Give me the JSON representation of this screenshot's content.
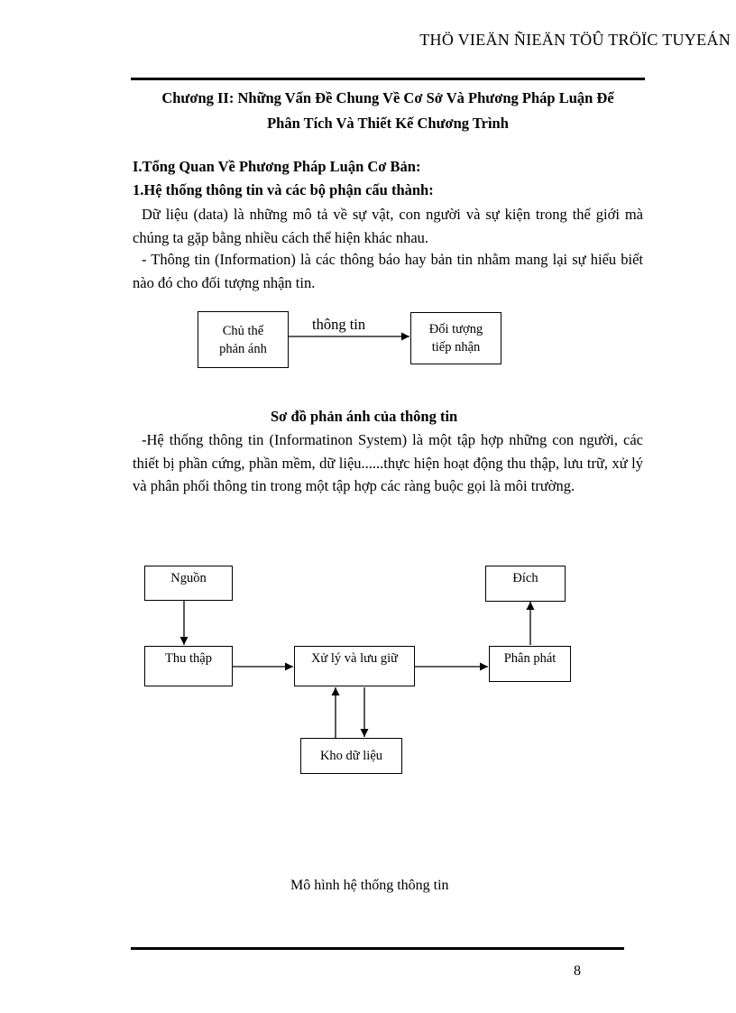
{
  "header": {
    "site_name": "THÖ VIEÄN ÑIEÄN TÖÛ TRÖÏC TUYEÁN"
  },
  "chapter": {
    "title_line1": "Chương II: Những Vấn Đề Chung Về Cơ Sở Và Phương Pháp Luận Để",
    "title_line2": "Phân Tích Và Thiết Kế Chương Trình"
  },
  "section": {
    "heading": "I.Tổng Quan Về Phương Pháp Luận Cơ Bản:",
    "subheading": "1.Hệ thống thông tin và các bộ phận cấu thành:",
    "para1": "Dữ liệu (data) là những mô tả về sự vật, con người và sự kiện trong thế giới mà chúng ta gặp bằng nhiều cách thể hiện khác nhau.",
    "para2": "-  Thông tin (Information) là các thông báo hay bản tin nhằm mang lại sự hiểu biết nào đó cho đối tượng nhận tin."
  },
  "diagram1": {
    "source_line1": "Chủ thể",
    "source_line2": "phản ánh",
    "edge_label": "thông tin",
    "target_line1": "Đối tượng",
    "target_line2": "tiếp nhận",
    "caption": "Sơ đồ phản ánh của thông tin"
  },
  "para3": "-Hệ thống thông tin (Informatinon System) là một tập hợp những con người, các thiết bị phần cứng, phần mềm, dữ liệu......thực hiện hoạt động thu thập, lưu trữ, xử lý và phân phối thông tin trong một tập hợp các ràng buộc gọi là môi trường.",
  "diagram2": {
    "source": "Nguồn",
    "collect": "Thu thập",
    "process": "Xử lý và lưu giữ",
    "distribute": "Phân phát",
    "destination": "Đích",
    "storage": "Kho dữ liệu",
    "caption": "Mô hình hệ thống thông tin"
  },
  "footer": {
    "page_number": "8"
  }
}
